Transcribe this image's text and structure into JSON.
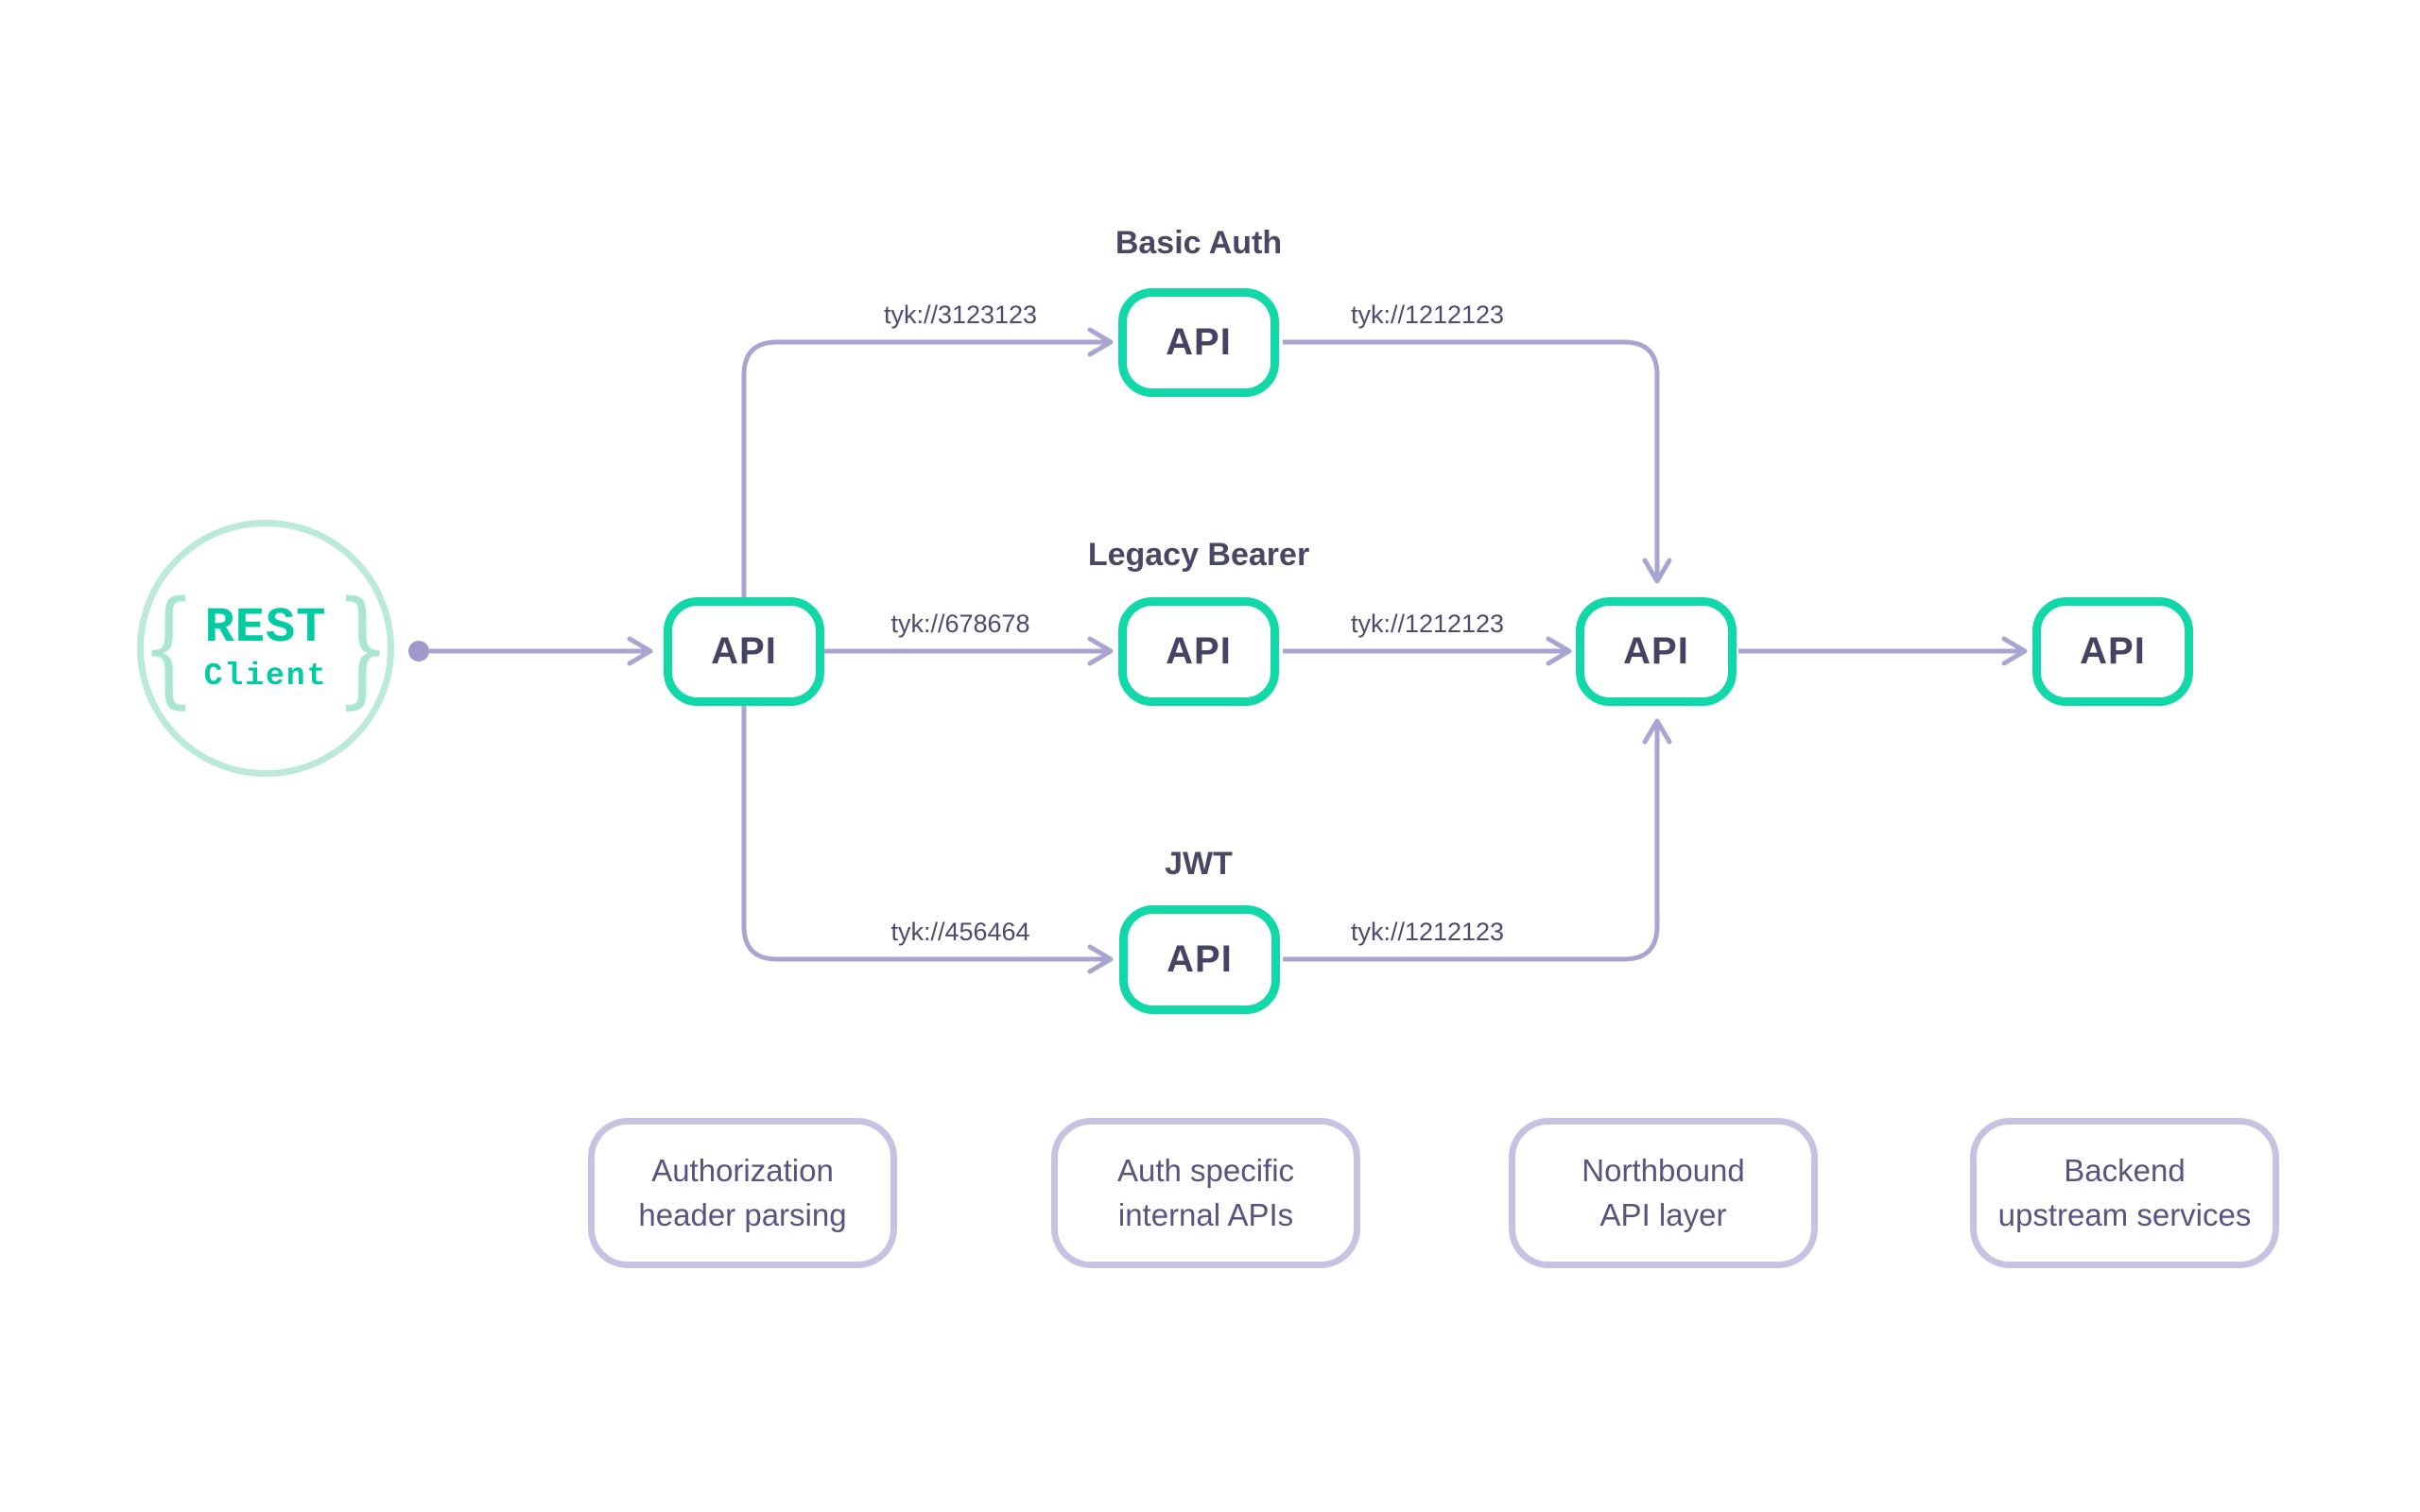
{
  "colors": {
    "teal": "#12d7a8",
    "mint": "#bcead9",
    "mint_brace": "#a9e7d1",
    "teal_text": "#00cba1",
    "purple_line": "#a9a5d2",
    "purple_dot": "#9e98cb",
    "slate_text": "#454363",
    "title_text": "#494766",
    "label_text": "#4d4b6e",
    "legend_border": "#c6c3e2",
    "legend_text": "#575480",
    "background": "#ffffff"
  },
  "client": {
    "brace_left": "{",
    "title": "REST",
    "subtitle": "Client",
    "brace_right": "}"
  },
  "nodes": {
    "gateway": {
      "label": "API"
    },
    "basic": {
      "label": "API",
      "title": "Basic Auth",
      "in_url": "tyk://3123123",
      "out_url": "tyk://1212123"
    },
    "legacy": {
      "label": "API",
      "title": "Legacy Bearer",
      "in_url": "tyk://678678",
      "out_url": "tyk://1212123"
    },
    "jwt": {
      "label": "API",
      "title": "JWT",
      "in_url": "tyk://456464",
      "out_url": "tyk://1212123"
    },
    "northbound": {
      "label": "API"
    },
    "backend": {
      "label": "API"
    }
  },
  "legend": [
    {
      "line1": "Authorization",
      "line2": "header parsing"
    },
    {
      "line1": "Auth specific",
      "line2": "internal APIs"
    },
    {
      "line1": "Northbound",
      "line2": "API layer"
    },
    {
      "line1": "Backend",
      "line2": "upstream services"
    }
  ]
}
